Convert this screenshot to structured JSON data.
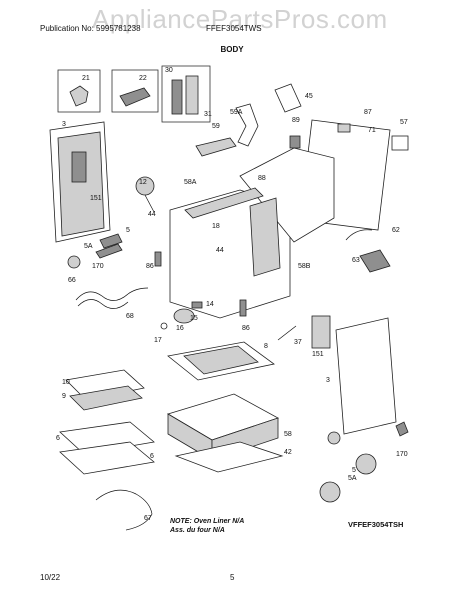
{
  "header": {
    "publication": "Publication No: 5995781238",
    "model": "FFEF3054TWS",
    "title": "BODY"
  },
  "watermark": "AppliancePartsPros.com",
  "part_labels": [
    "21",
    "22",
    "30",
    "31",
    "59",
    "45",
    "59A",
    "3",
    "87",
    "89",
    "57",
    "71",
    "151",
    "12",
    "44",
    "58A",
    "88",
    "18",
    "5",
    "5A",
    "170",
    "86",
    "44",
    "58B",
    "62",
    "63",
    "66",
    "68",
    "14",
    "15",
    "16",
    "17",
    "86",
    "8",
    "37",
    "151",
    "3",
    "10",
    "9",
    "58",
    "6",
    "6",
    "42",
    "170",
    "5",
    "5A",
    "67"
  ],
  "note": {
    "line1": "NOTE: Oven Liner N/A",
    "line2": "Ass. du four N/A"
  },
  "diagram_code": "VFFEF3054TSH",
  "footer": {
    "date": "10/22",
    "page": "5"
  }
}
